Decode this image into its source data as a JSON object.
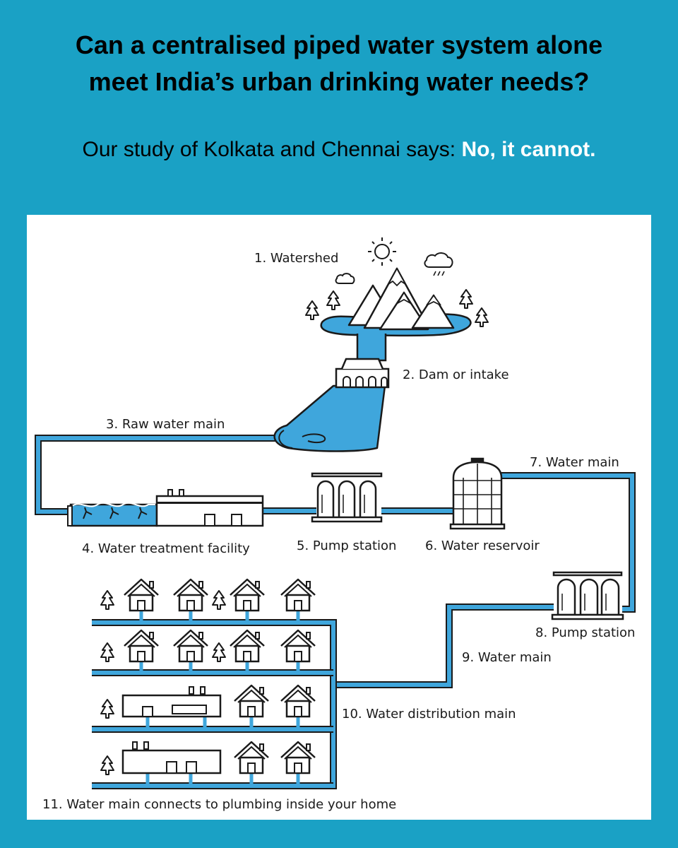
{
  "header": {
    "title_line1": "Can a centralised piped water system alone",
    "title_line2": "meet India’s urban drinking water needs?",
    "subtitle_prefix": "Our study of Kolkata and Chennai says:",
    "subtitle_answer": "No, it cannot."
  },
  "diagram": {
    "labels": {
      "watershed": "1. Watershed",
      "dam": "2. Dam or intake",
      "raw_main": "3. Raw water main",
      "treatment": "4. Water treatment facility",
      "pump1": "5. Pump station",
      "reservoir": "6. Water reservoir",
      "main7": "7. Water main",
      "pump2": "8. Pump station",
      "main9": "9. Water main",
      "distribution": "10. Water distribution main",
      "home": "11. Water main connects to plumbing inside your home"
    },
    "colors": {
      "background": "#1aa1c5",
      "water": "#3fa6dc",
      "outline": "#1a1a1a"
    }
  }
}
